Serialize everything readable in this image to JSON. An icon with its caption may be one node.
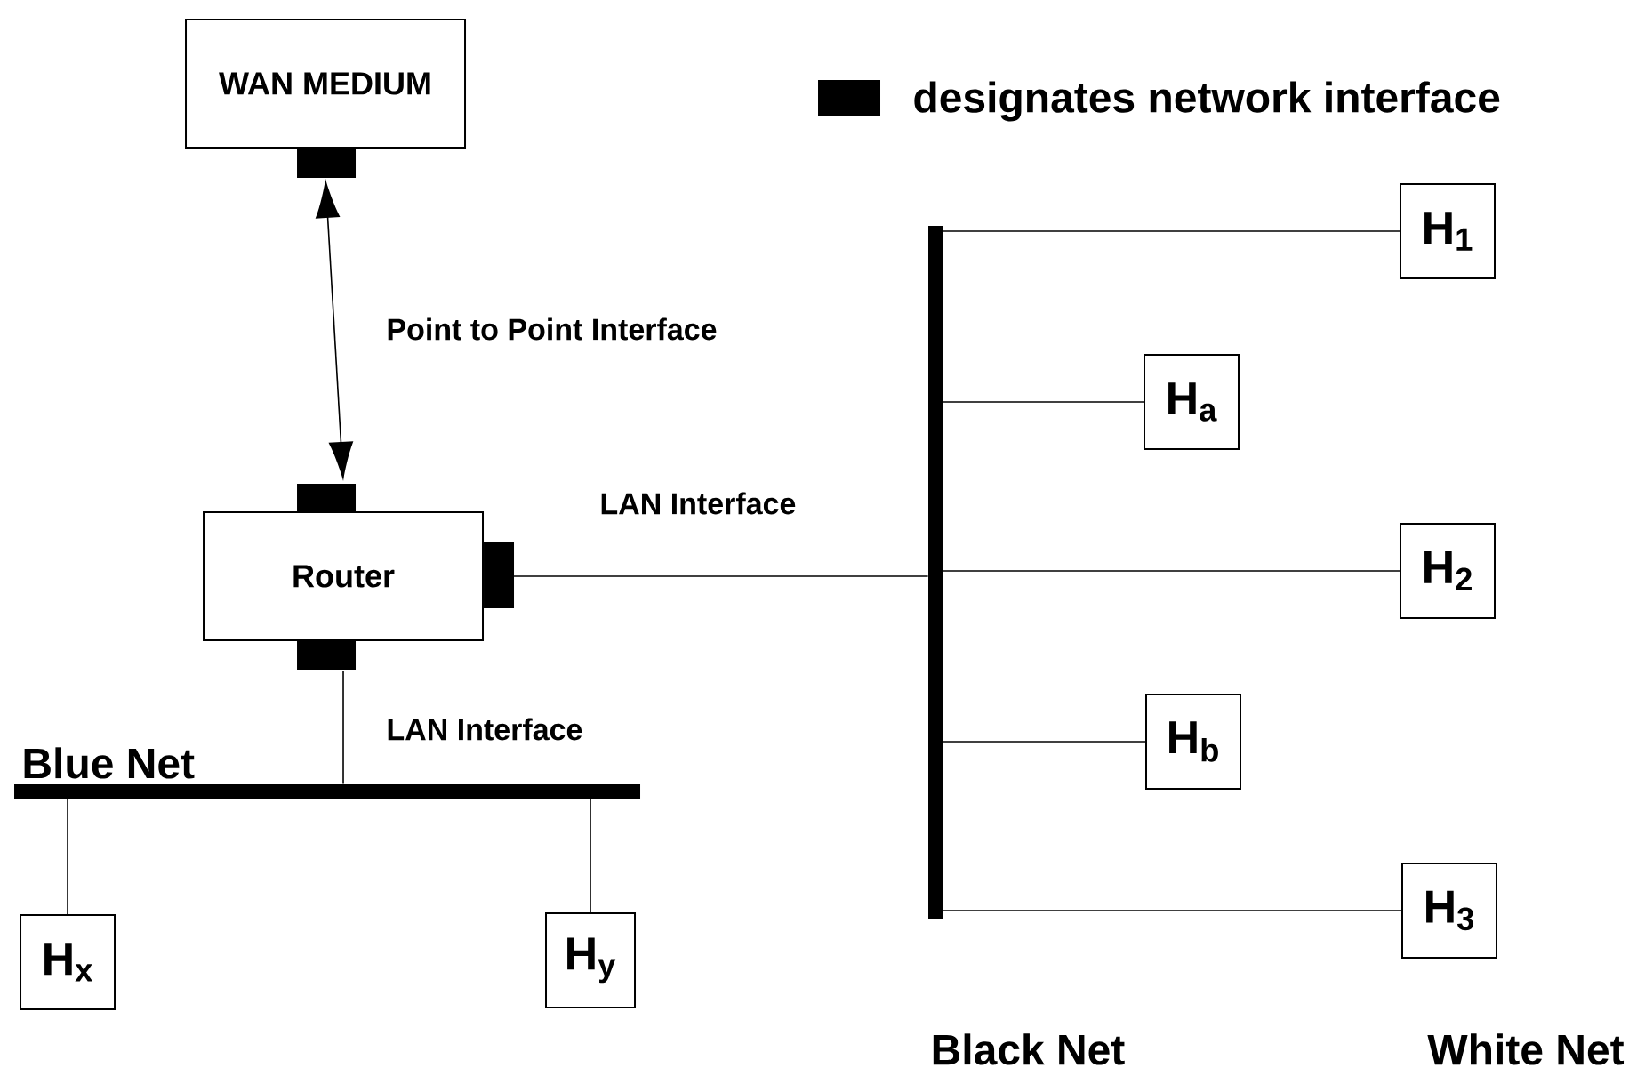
{
  "diagram": {
    "nodes": [
      {
        "text": [
          "WAN MEDIUM"
        ]
      },
      {
        "text": [
          "Router"
        ]
      },
      {
        "text": [
          "Blue Net"
        ]
      },
      {
        "text": [
          "Black Net"
        ]
      },
      {
        "text": [
          "H$_{1}$"
        ]
      },
      {
        "text": [
          "H$_{a}$"
        ]
      },
      {
        "text": [
          "H$_{2}$"
        ]
      },
      {
        "text": [
          "H$_{b}$"
        ]
      },
      {
        "text": [
          "H$_{3}$"
        ]
      },
      {
        "text": [
          "H$_{x}$"
        ]
      },
      {
        "text": [
          "H$_{y}$"
        ]
      }
    ],
    "edges": [
      {
        "from": 0,
        "to": 1,
        "arrow": "both",
        "label": "Point to Point Interface"
      },
      {
        "from": 1,
        "to": 3,
        "arrow": "none",
        "label": "LAN Interface"
      },
      {
        "from": 1,
        "to": 2,
        "arrow": "none",
        "label": "LAN Interface"
      },
      {
        "from": 3,
        "to": 4,
        "arrow": "none"
      },
      {
        "from": 3,
        "to": 5,
        "arrow": "none"
      },
      {
        "from": 3,
        "to": 6,
        "arrow": "none"
      },
      {
        "from": 3,
        "to": 7,
        "arrow": "none"
      },
      {
        "from": 3,
        "to": 8,
        "arrow": "none"
      },
      {
        "from": 2,
        "to": 9,
        "arrow": "none"
      },
      {
        "from": 2,
        "to": 10,
        "arrow": "none"
      }
    ],
    "labels": [
      "White Net"
    ],
    "legend": [
      {
        "text": "designates network interface",
        "color": "#000000"
      }
    ]
  }
}
